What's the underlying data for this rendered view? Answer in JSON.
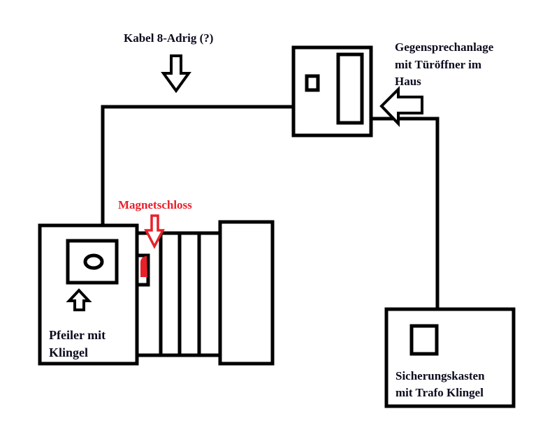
{
  "labels": {
    "cable": "Kabel 8-Adrig (?)",
    "intercom_line1": "Gegensprechanlage",
    "intercom_line2": "mit Türöffner im",
    "intercom_line3": "Haus",
    "magnet_lock": "Magnetschloss",
    "pillar_line1": "Pfeiler mit",
    "pillar_line2": "Klingel",
    "fusebox_line1": "Sicherungskasten",
    "fusebox_line2": "mit Trafo Klingel"
  },
  "colors": {
    "stroke": "#000000",
    "accent": "#e8202a",
    "text": "#0b0b1e"
  }
}
